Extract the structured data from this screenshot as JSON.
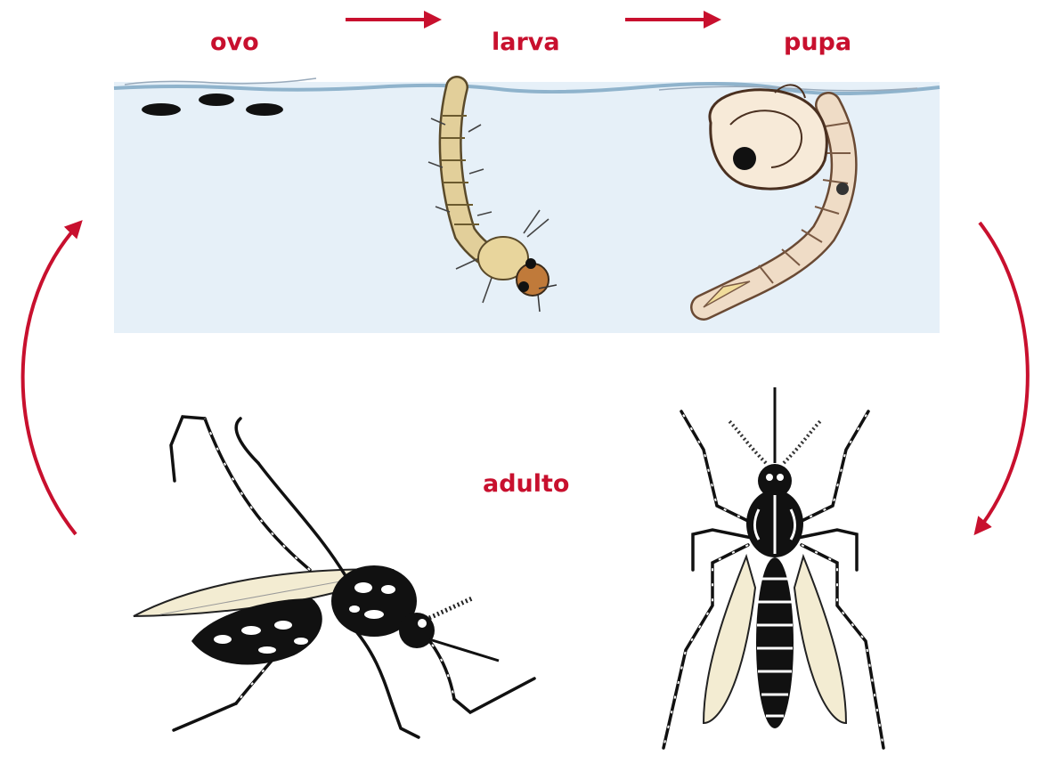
{
  "diagram": {
    "stages": {
      "egg": "ovo",
      "larva": "larva",
      "pupa": "pupa",
      "adult": "adulto"
    }
  },
  "colors": {
    "accent": "#c8102e",
    "water": "#e6f0f8",
    "water_surface": "#8fb3cc",
    "larva_body": "#e2cf9a",
    "pupa_body": "#efdcc6",
    "wing": "#f3ecd2",
    "ink": "#111111"
  }
}
